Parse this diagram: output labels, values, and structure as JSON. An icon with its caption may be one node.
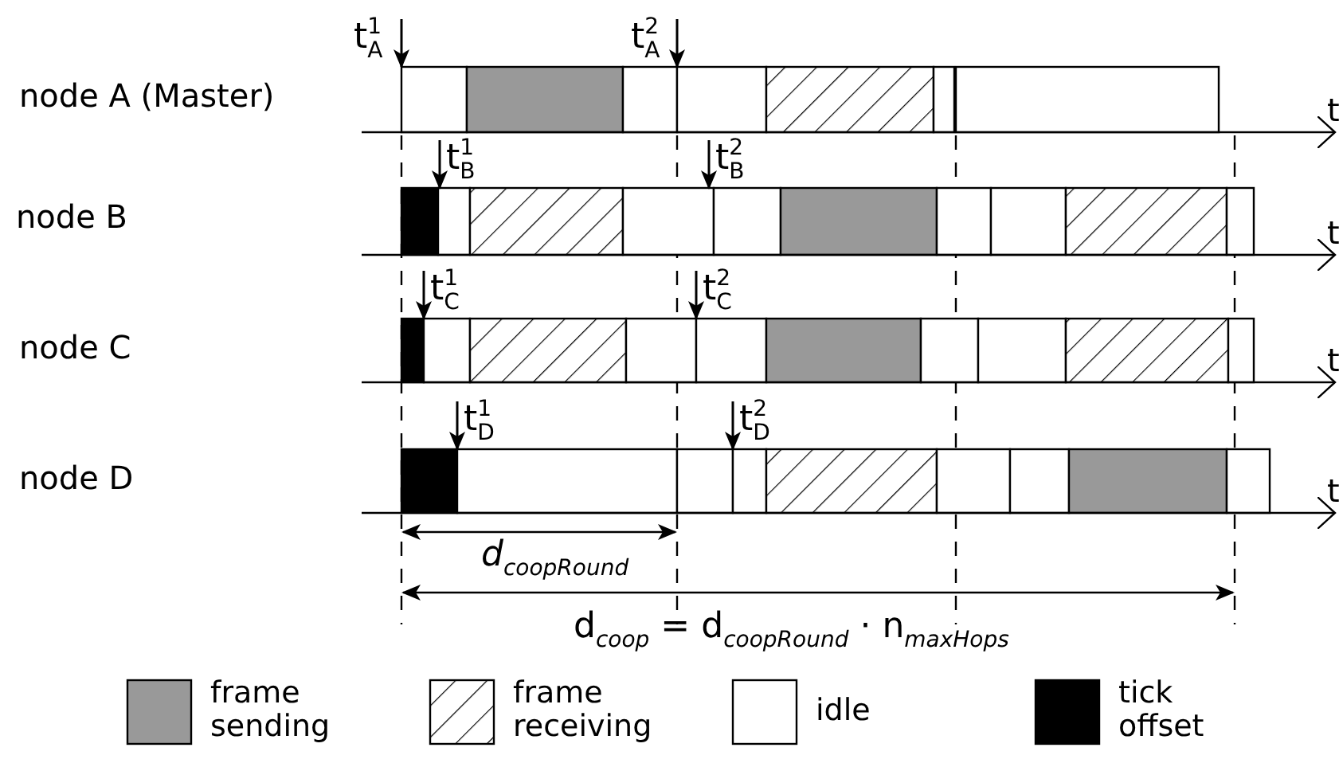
{
  "diagram": {
    "labels": [
      "t$^{1}$$_{A}$",
      "t$^{2}$$_{A}$",
      "node A (Master)",
      "t",
      "t$^{1}$$_{B}$",
      "t$^{2}$$_{B}$",
      "node B",
      "t",
      "t$^{1}$$_{C}$",
      "t$^{2}$$_{C}$",
      "node C",
      "t",
      "t$^{1}$$_{D}$",
      "t$^{2}$$_{D}$",
      "node D",
      "t",
      "d$_{coopRound}$",
      "d$_{coop}$ = d$_{coopRound}$ · n$_{maxHops}$"
    ],
    "legend": [
      {
        "text": "frame sending",
        "color": "#999999"
      },
      {
        "text": "frame receiving"
      },
      {
        "text": "idle",
        "color": "#ffffff"
      },
      {
        "text": "tick offset",
        "color": "#000000"
      }
    ]
  }
}
